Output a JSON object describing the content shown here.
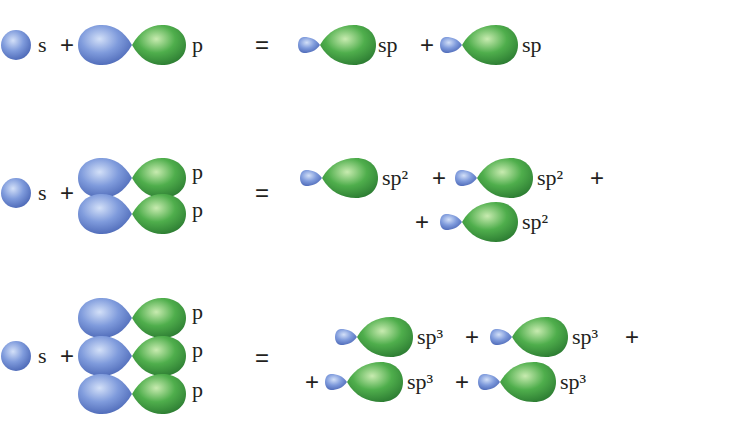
{
  "diagram": {
    "labels": [
      "s",
      "+",
      "p",
      "=",
      "sp",
      "+",
      "sp",
      "s",
      "+",
      "p",
      "p",
      "=",
      "sp²",
      "+",
      "sp²",
      "+",
      "+",
      "sp²",
      "s",
      "+",
      "p",
      "p",
      "p",
      "=",
      "sp³",
      "+",
      "sp³",
      "+",
      "+",
      "sp³",
      "+",
      "sp³"
    ]
  }
}
